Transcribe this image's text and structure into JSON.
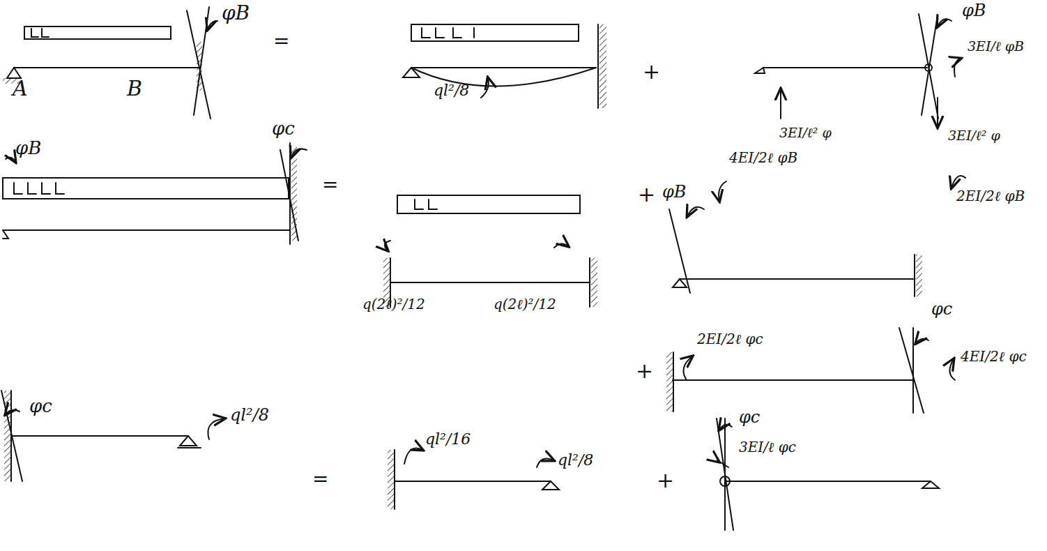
{
  "diagram": {
    "labels": [
      "φB",
      "A",
      "B",
      "=",
      "ql²/8",
      "+",
      "φB",
      "3EI/ℓ φB",
      "3EI/ℓ² φ",
      "3EI/ℓ² φ",
      "φB",
      "φc",
      "=",
      "q(2ℓ)²/12",
      "q(2ℓ)²/12",
      "+",
      "φB",
      "4EI/2ℓ φB",
      "2EI/2ℓ φB",
      "+",
      "2EI/2ℓ φc",
      "φc",
      "4EI/2ℓ φc",
      "φc",
      "ql²/8",
      "=",
      "ql²/16",
      "ql²/8",
      "+",
      "φc",
      "3EI/ℓ φc"
    ]
  }
}
